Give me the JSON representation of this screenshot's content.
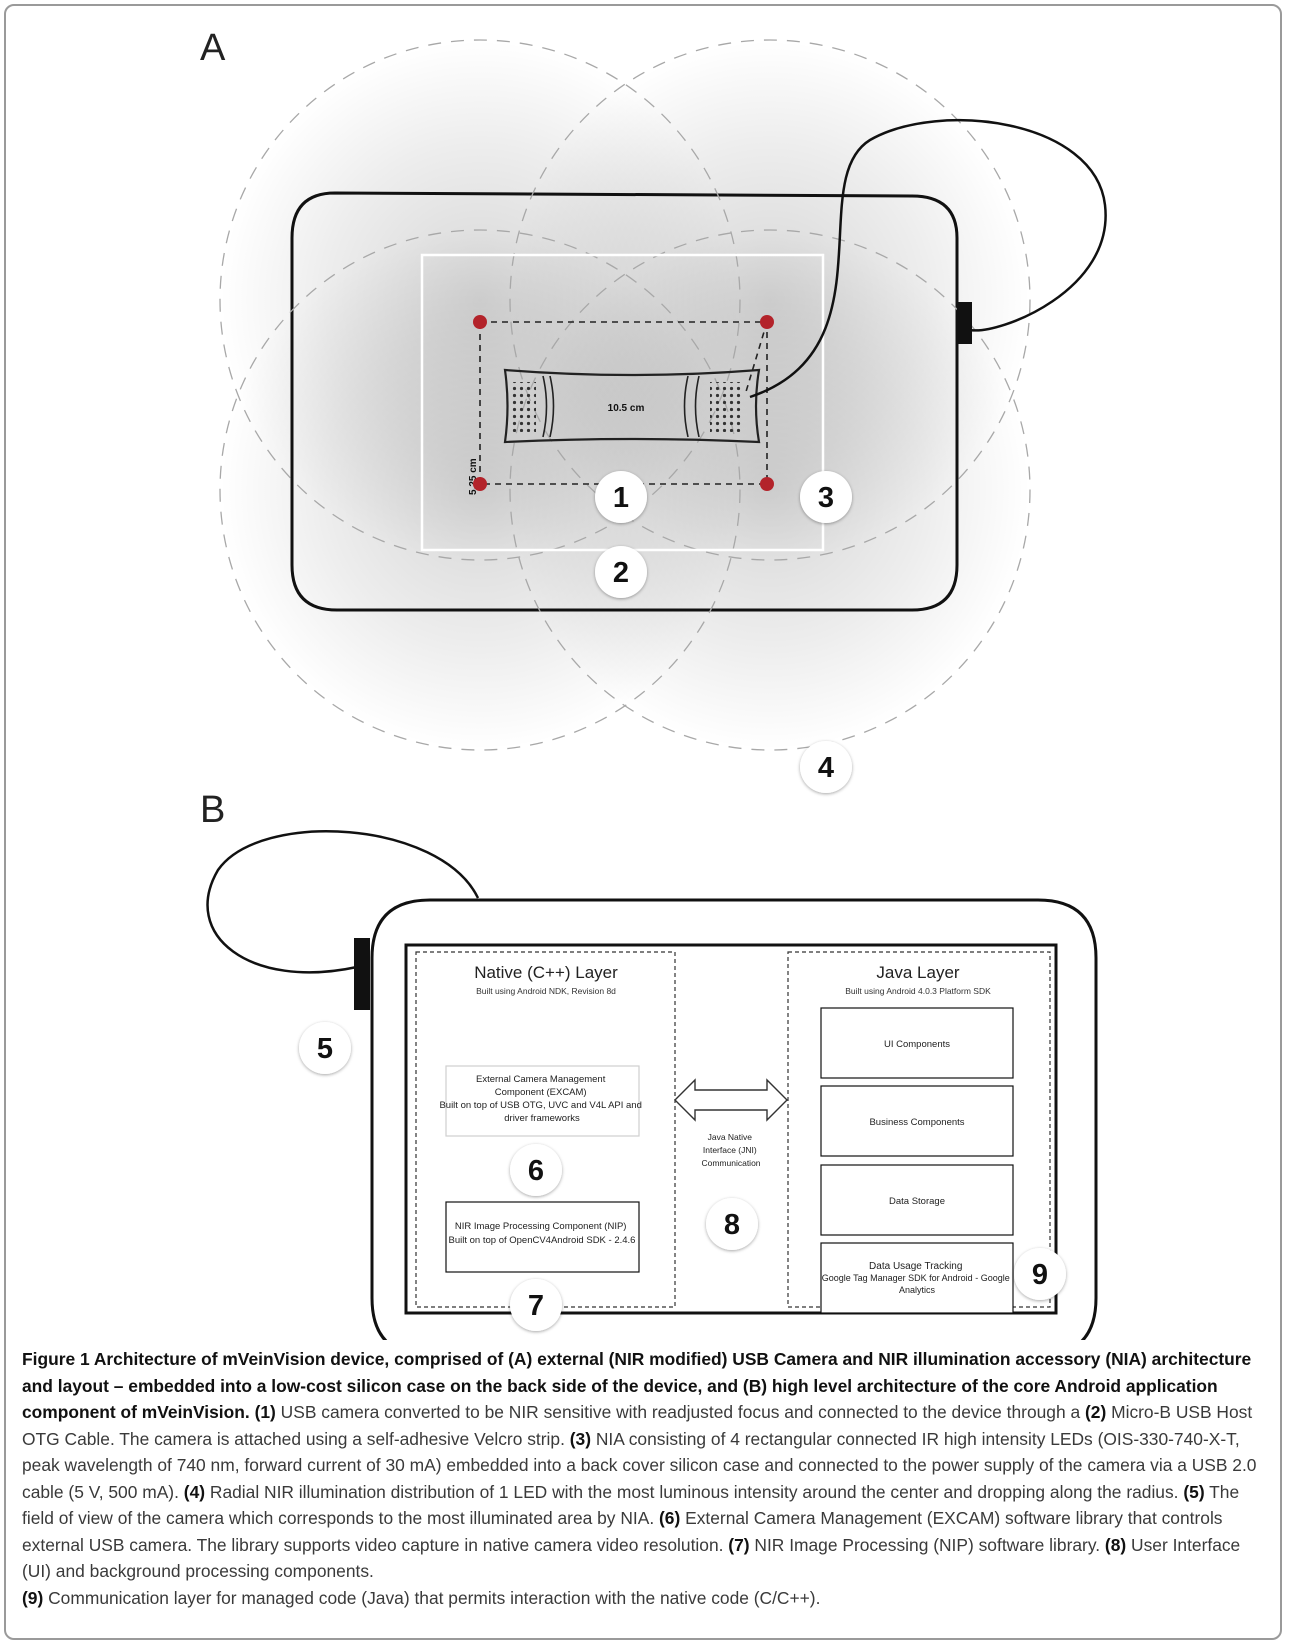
{
  "panel_a": {
    "label": "A",
    "dimension_width": "10.5 cm",
    "dimension_height": "5.25 cm",
    "markers": [
      "1",
      "2",
      "3",
      "4"
    ]
  },
  "panel_b": {
    "label": "B",
    "native_layer": {
      "title": "Native (C++) Layer",
      "subtitle": "Built using Android NDK, Revision 8d",
      "excam_box": [
        "External Camera Management",
        "Component (EXCAM)",
        "Built on top of USB OTG, UVC and V4L API and",
        "driver frameworks"
      ],
      "nip_box": [
        "NIR Image Processing Component (NIP)",
        "Built on top of OpenCV4Android SDK -  2.4.6"
      ]
    },
    "jni_label": [
      "Java Native",
      "Interface (JNI)",
      "Communication"
    ],
    "java_layer": {
      "title": "Java Layer",
      "subtitle": "Built using Android 4.0.3 Platform SDK",
      "components": [
        "UI Components",
        "Business Components",
        "Data Storage"
      ],
      "tracking_box": [
        "Data Usage Tracking",
        "Google Tag Manager SDK for Android - Google",
        "Analytics"
      ]
    },
    "markers": [
      "5",
      "6",
      "7",
      "8",
      "9"
    ]
  },
  "caption": {
    "title": "Figure 1 Architecture of mVeinVision device, comprised of (A) external (NIR modified) USB Camera and NIR illumination accessory (NIA) architecture and layout – embedded into a low-cost silicon case on the back side of the device, and (B) high level architecture of the core Android application component of mVeinVision.",
    "items": [
      {
        "num": "(1)",
        "text": "USB camera converted to be NIR sensitive with readjusted focus and connected to the device through a"
      },
      {
        "num": "(2)",
        "text": "Micro-B USB Host OTG Cable. The camera is attached using a self-adhesive Velcro strip."
      },
      {
        "num": "(3)",
        "text": "NIA consisting of 4 rectangular connected IR high intensity LEDs (OIS-330-740-X-T, peak wavelength of 740 nm, forward current of 30 mA) embedded into a back cover silicon case and connected to the power supply of the camera via a USB 2.0 cable (5 V, 500 mA)."
      },
      {
        "num": "(4)",
        "text": "Radial NIR illumination distribution of 1 LED with the most luminous intensity around the center and dropping along the radius."
      },
      {
        "num": "(5)",
        "text": "The field of view of the camera which corresponds to the most illuminated area by NIA."
      },
      {
        "num": "(6)",
        "text": "External Camera Management (EXCAM) software library that controls external USB camera. The library supports video capture in native camera video resolution."
      },
      {
        "num": "(7)",
        "text": "NIR Image Processing (NIP) software library."
      },
      {
        "num": "(8)",
        "text": "User Interface (UI) and background processing components."
      },
      {
        "num": "(9)",
        "text": "Communication layer for managed code (Java) that permits interaction with the native code (C/C++)."
      }
    ]
  }
}
